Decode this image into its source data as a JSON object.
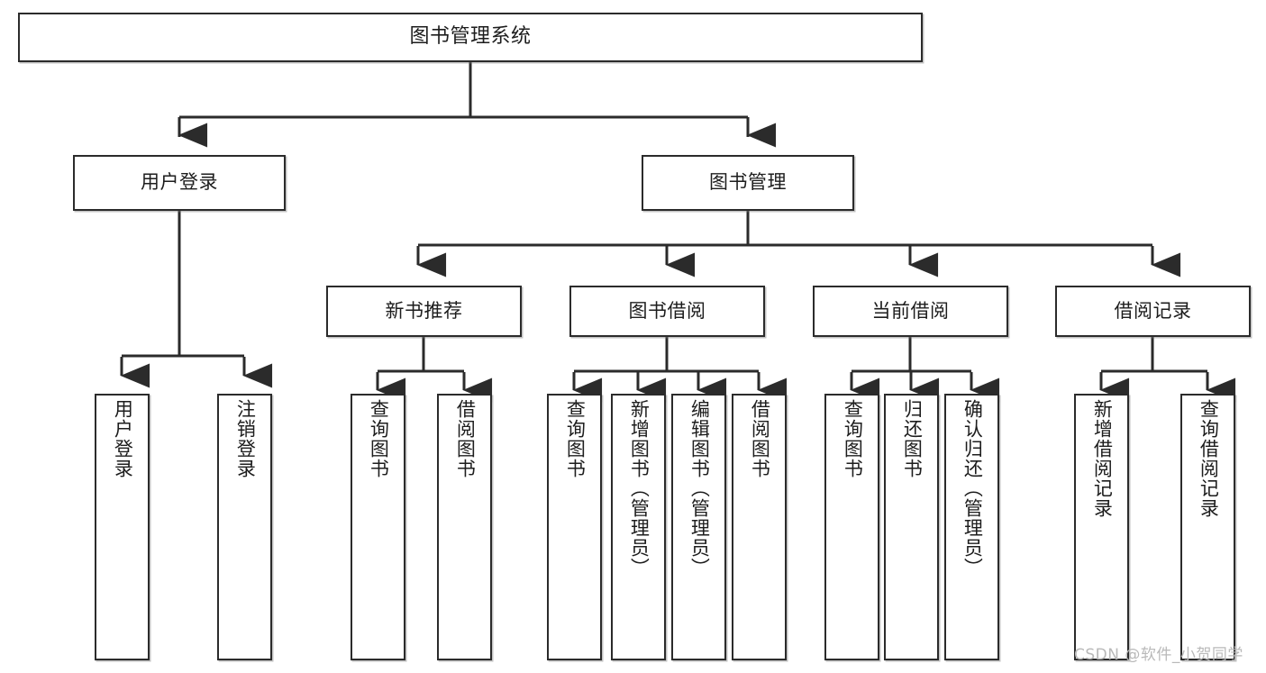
{
  "diagram": {
    "title_node": {
      "label": "图书管理系统"
    },
    "level2": [
      {
        "id": "user-login",
        "label": "用户登录"
      },
      {
        "id": "book-management",
        "label": "图书管理"
      }
    ],
    "level3": [
      {
        "id": "new-book-recommend",
        "label": "新书推荐"
      },
      {
        "id": "book-borrow",
        "label": "图书借阅"
      },
      {
        "id": "current-borrow",
        "label": "当前借阅"
      },
      {
        "id": "borrow-record",
        "label": "借阅记录"
      }
    ],
    "leaves": [
      {
        "id": "leaf-user-login",
        "label": "用户登录",
        "parent": "user-login"
      },
      {
        "id": "leaf-logout-login",
        "label": "注销登录",
        "parent": "user-login"
      },
      {
        "id": "leaf-query-book-1",
        "label": "查询图书",
        "parent": "new-book-recommend"
      },
      {
        "id": "leaf-borrow-book-1",
        "label": "借阅图书",
        "parent": "new-book-recommend"
      },
      {
        "id": "leaf-query-book-2",
        "label": "查询图书",
        "parent": "book-borrow"
      },
      {
        "id": "leaf-add-book",
        "label": "新增图书（管理员）",
        "parent": "book-borrow"
      },
      {
        "id": "leaf-edit-book",
        "label": "编辑图书（管理员）",
        "parent": "book-borrow"
      },
      {
        "id": "leaf-borrow-book-2",
        "label": "借阅图书",
        "parent": "book-borrow"
      },
      {
        "id": "leaf-query-book-3",
        "label": "查询图书",
        "parent": "current-borrow"
      },
      {
        "id": "leaf-return-book",
        "label": "归还图书",
        "parent": "current-borrow"
      },
      {
        "id": "leaf-confirm-return",
        "label": "确认归还（管理员）",
        "parent": "current-borrow"
      },
      {
        "id": "leaf-add-record",
        "label": "新增借阅记录",
        "parent": "borrow-record"
      },
      {
        "id": "leaf-query-record",
        "label": "查询借阅记录",
        "parent": "borrow-record"
      }
    ],
    "watermark": "CSDN @软件_小贺同学",
    "colors": {
      "stroke": "#2b2b2b",
      "background": "#ffffff",
      "text": "#1d1d1d",
      "watermark": "#b9b9b9"
    }
  }
}
